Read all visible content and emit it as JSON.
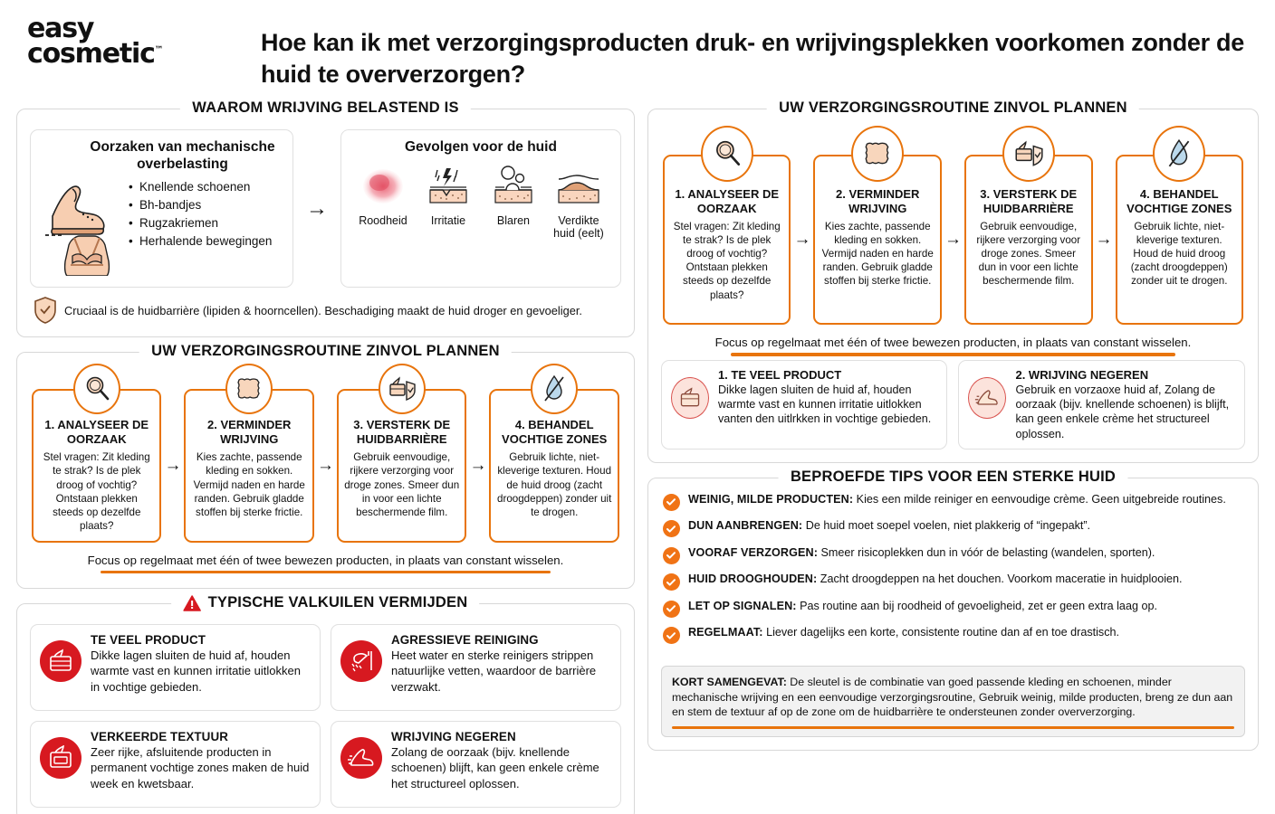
{
  "brand": {
    "line1": "easy",
    "line2": "cosmetic",
    "tm": "™"
  },
  "title": "Hoe kan ik met verzorgingsproducten druk- en wrijvingsplekken voorkomen zonder de huid te oververzorgen?",
  "colors": {
    "orange": "#E8740C",
    "orange_light": "#F07315",
    "red": "#D71920",
    "skin": "#F6CDB4",
    "blue": "#BBD9EC"
  },
  "section_friction": {
    "title": "WAAROM WRIJVING BELASTEND IS",
    "causes": {
      "heading": "Oorzaken van mechanische overbelasting",
      "items": [
        "Knellende schoenen",
        "Bh-bandjes",
        "Rugzakriemen",
        "Herhalende bewegingen"
      ]
    },
    "arrow": "→",
    "effects": {
      "heading": "Gevolgen voor de huid",
      "items": [
        {
          "icon": "redness-blotch-icon",
          "label": "Roodheid"
        },
        {
          "icon": "skin-irritation-icon",
          "label": "Irritatie"
        },
        {
          "icon": "blister-icon",
          "label": "Blaren"
        },
        {
          "icon": "callus-thickened-skin-icon",
          "label": "Verdikte huid (eelt)"
        }
      ]
    },
    "crucial": "Cruciaal is de huidbarrière (lipiden & hoorncellen). Beschadiging maakt de huid droger en gevoeliger."
  },
  "section_routine": {
    "title": "UW VERZORGINGSROUTINE ZINVOL PLANNEN",
    "steps": [
      {
        "icon": "magnifier-icon",
        "title": "1. ANALYSEER DE OORZAAK",
        "text_left": "Stel vragen: Zit kleding te strak? Is de plek droog of vochtig? Ontstaan plekken steeds op dezelfde plaats?",
        "text_right": "Stel vragen: Zit kleding te strak? Is de plek droog of vochtig? Ontstaan plekken steeds op dezelfde plaats?"
      },
      {
        "icon": "fabric-cloth-icon",
        "title": "2. VERMINDER WRIJVING",
        "text_left": "Kies zachte, passende kleding en sokken. Vermijd naden en harde randen. Gebruik gladde stoffen bij sterke frictie.",
        "text_right": "Kies zachte, passende kleding en sokken. Vermijd naden en harde randen. Gebruik gladde stoffen bij sterke frictie."
      },
      {
        "icon": "cream-jar-shield-icon",
        "title": "3. VERSTERK DE HUIDBARRIÈRE",
        "text_left": "Gebruik eenvoudige, rijkere verzorging voor droge zones. Smeer dun in voor een lichte beschermende film.",
        "text_right": "Gebruik eenvoudige, rijkere verzorging voor droge zones. Smeer dun in voor een lichte beschermende film."
      },
      {
        "icon": "no-water-droplet-icon",
        "title": "4. BEHANDEL VOCHTIGE ZONES",
        "text_left": "Gebruik lichte, niet-kleverige texturen. Houd de huid droog (zacht droogdeppen) zonder uit te drogen.",
        "text_right": "Gebruik lichte, niet-kleverige texturen. Houd de huid droog (zacht droogdeppen) zonder uit te drogen."
      }
    ],
    "arrow": "→",
    "focus_note": "Focus op regelmaat met één of twee bewezen producten, in plaats van constant wisselen."
  },
  "section_pitfalls": {
    "title": "TYPISCHE VALKUILEN VERMIJDEN",
    "warning_icon": "warning-triangle-icon",
    "items": [
      {
        "icon": "cream-jar-icon",
        "heading": "TE VEEL PRODUCT",
        "text": "Dikke lagen sluiten de huid af, houden warmte vast en kunnen irritatie uitlokken in vochtige gebieden."
      },
      {
        "icon": "shower-icon",
        "heading": "AGRESSIEVE REINIGING",
        "text": "Heet water en sterke reinigers strippen natuurlijke vetten, waardoor de barrière verzwakt."
      },
      {
        "icon": "cream-tub-icon",
        "heading": "VERKEERDE TEXTUUR",
        "text": "Zeer rijke, afsluitende producten in permanent vochtige zones maken de huid week en kwetsbaar."
      },
      {
        "icon": "sneaker-icon",
        "heading": "WRIJVING NEGEREN",
        "text": "Zolang de oorzaak (bijv. knellende schoenen) blijft, kan geen enkele crème het structureel oplossen."
      }
    ]
  },
  "section_mini_pitfalls": {
    "items": [
      {
        "icon": "cream-jar-icon",
        "heading": "1. TE VEEL PRODUCT",
        "text": "Dikke lagen sluiten de huid af, houden warmte vast en kunnen irritatie uitlokken vanten den uitlrkken in vochtige gebieden."
      },
      {
        "icon": "sneaker-icon",
        "heading": "2. WRIJVING NEGEREN",
        "text": "Gebruik en vorzaoxe huid af, Zolang de oorzaak (bijv. knellende schoenen) is blijft, kan geen enkele crème het structureel oplossen."
      }
    ]
  },
  "section_tips": {
    "title": "BEPROEFDE TIPS VOOR EEN STERKE HUID",
    "check_icon": "check-circle-icon",
    "items": [
      {
        "label": "WEINIG, MILDE PRODUCTEN:",
        "text": " Kies een milde reiniger en eenvoudige crème. Geen uitgebreide routines."
      },
      {
        "label": "DUN AANBRENGEN:",
        "text": " De huid moet soepel voelen, niet plakkerig of “ingepakt”."
      },
      {
        "label": "VOORAF VERZORGEN:",
        "text": " Smeer risicoplekken dun in vóór de belasting (wandelen, sporten)."
      },
      {
        "label": "HUID DROOGHOUDEN:",
        "text": " Zacht droogdeppen na het douchen. Voorkom maceratie in huidplooien."
      },
      {
        "label": "LET OP SIGNALEN:",
        "text": " Pas routine aan bij roodheid of gevoeligheid, zet er geen extra laag op."
      },
      {
        "label": "REGELMAAT:",
        "text": " Liever dagelijks een korte, consistente routine dan af en toe drastisch."
      }
    ],
    "summary_label": "KORT SAMENGEVAT:",
    "summary_text": " De sleutel is de combinatie van goed passende kleding en schoenen, minder mechanische wrijving en een eenvoudige verzorgingsroutine, Gebruik weinig, milde producten, breng ze dun aan en stem de textuur af op de zone om de huidbarrière te ondersteunen zonder oververzorging."
  }
}
